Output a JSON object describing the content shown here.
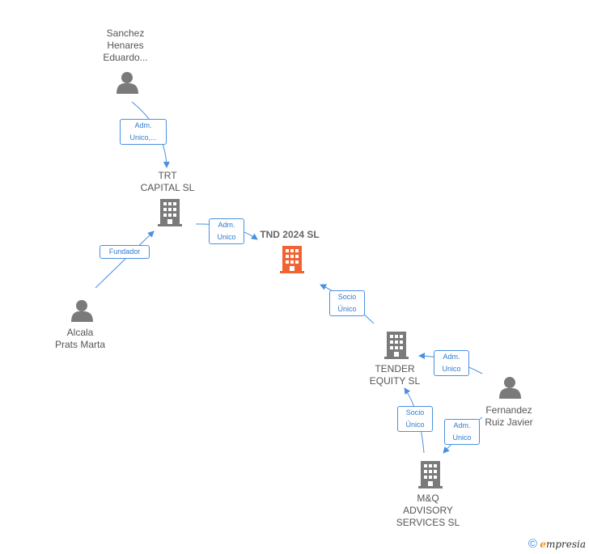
{
  "nodes": {
    "sanchez": {
      "lines": [
        "Sanchez",
        "Henares",
        "Eduardo..."
      ],
      "kind": "person"
    },
    "trt": {
      "lines": [
        "TRT",
        "CAPITAL  SL"
      ],
      "kind": "company"
    },
    "tnd": {
      "lines": [
        "TND 2024  SL"
      ],
      "kind": "company-main"
    },
    "alcala": {
      "lines": [
        "Alcala",
        "Prats Marta"
      ],
      "kind": "person"
    },
    "tender": {
      "lines": [
        "TENDER",
        "EQUITY  SL"
      ],
      "kind": "company"
    },
    "fernandez": {
      "lines": [
        "Fernandez",
        "Ruiz Javier"
      ],
      "kind": "person"
    },
    "mq": {
      "lines": [
        "M&Q",
        "ADVISORY",
        "SERVICES  SL"
      ],
      "kind": "company"
    }
  },
  "edges": {
    "sanchez_trt": [
      "Adm.",
      "Unico,..."
    ],
    "alcala_trt": [
      "Fundador"
    ],
    "trt_tnd": [
      "Adm.",
      "Unico"
    ],
    "tender_tnd": [
      "Socio",
      "Único"
    ],
    "fernandez_tender": [
      "Adm.",
      "Unico"
    ],
    "mq_tender": [
      "Socio",
      "Único"
    ],
    "fernandez_mq": [
      "Adm.",
      "Unico"
    ]
  },
  "colors": {
    "edge": "#4a90e2",
    "node": "#7a7a7a",
    "main": "#f26334"
  },
  "footer": {
    "copyright": "©",
    "brand_e": "e",
    "brand_rest": "mpresia"
  }
}
